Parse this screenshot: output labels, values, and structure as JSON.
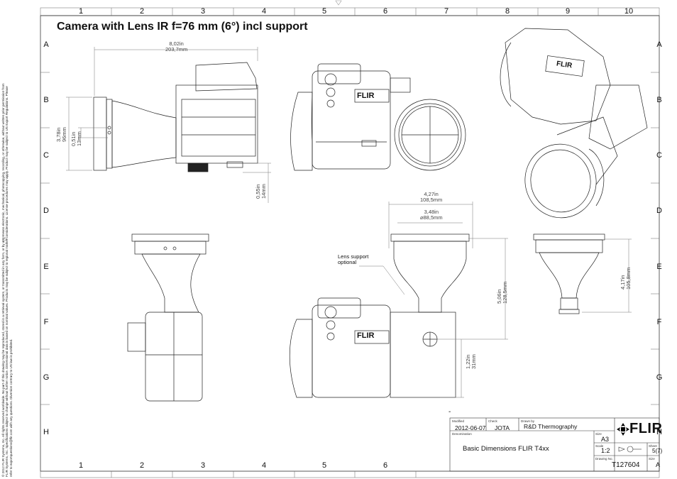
{
  "title": "Camera with Lens IR f=76 mm (6°) incl support",
  "grid": {
    "top_numbers": [
      "1",
      "2",
      "3",
      "4",
      "5",
      "6",
      "7",
      "8",
      "9",
      "10"
    ],
    "bottom_numbers": [
      "1",
      "2",
      "3",
      "4",
      "5",
      "6"
    ],
    "row_letters": [
      "A",
      "B",
      "C",
      "D",
      "E",
      "F",
      "G",
      "H"
    ]
  },
  "dimensions": {
    "length_in": "8,02in",
    "length_mm": "203,7mm",
    "height_in": "3,78in",
    "height_mm": "96mm",
    "offset_in": "0,51in",
    "offset_mm": "13mm",
    "base_in": "0,55in",
    "base_mm": "14mm",
    "width_in": "4,27in",
    "width_mm": "108,5mm",
    "diam_in": "3,48in",
    "diam_mm": "88,5mm",
    "lens_h_in": "5,06in",
    "lens_h_mm": "128,5mm",
    "support_in": "1,22in",
    "support_mm": "31mm",
    "lens_len_in": "4,17in",
    "lens_len_mm": "105,8mm"
  },
  "notes": {
    "lens_support_line1": "Lens support",
    "lens_support_line2": "optional",
    "dash": "-"
  },
  "copyright": "© 2012 FLIR Systems, Inc. All rights reserved worldwide. No part of this drawing may be reproduced, stored in a retrieval system, or transmitted in any form, or by any means electronic, mechanical, photocopying, recording, or otherwise, without written prior permission from FLIR Systems, Inc. Specifications subject to change without further notice. Dimensional data is based on nominal values. Products may be subject to regional market considerations. License procedures may apply. Product may be subject to US Export Regulations. Please refer to exportquestions@flir.com with any questions. Diversion contrary to US law is prohibited.",
  "title_block": {
    "modified_label": "Modified",
    "modified": "2012-06-07",
    "check_label": "Check",
    "check": "JOTA",
    "drawn_label": "Drawn by",
    "drawn": "R&D Thermography",
    "denomination_label": "Denomination",
    "denomination": "Basic Dimensions FLIR T4xx",
    "size_label": "Size",
    "size": "A3",
    "scale_label": "Scale",
    "scale": "1:2",
    "sheet_label": "Sheet",
    "sheet": "5(7)",
    "drawing_no_label": "Drawing No.",
    "drawing_no": "T127604",
    "rev_label": "Size",
    "rev": "A",
    "logo": "FLIR"
  },
  "camera_logo": "FLIR"
}
